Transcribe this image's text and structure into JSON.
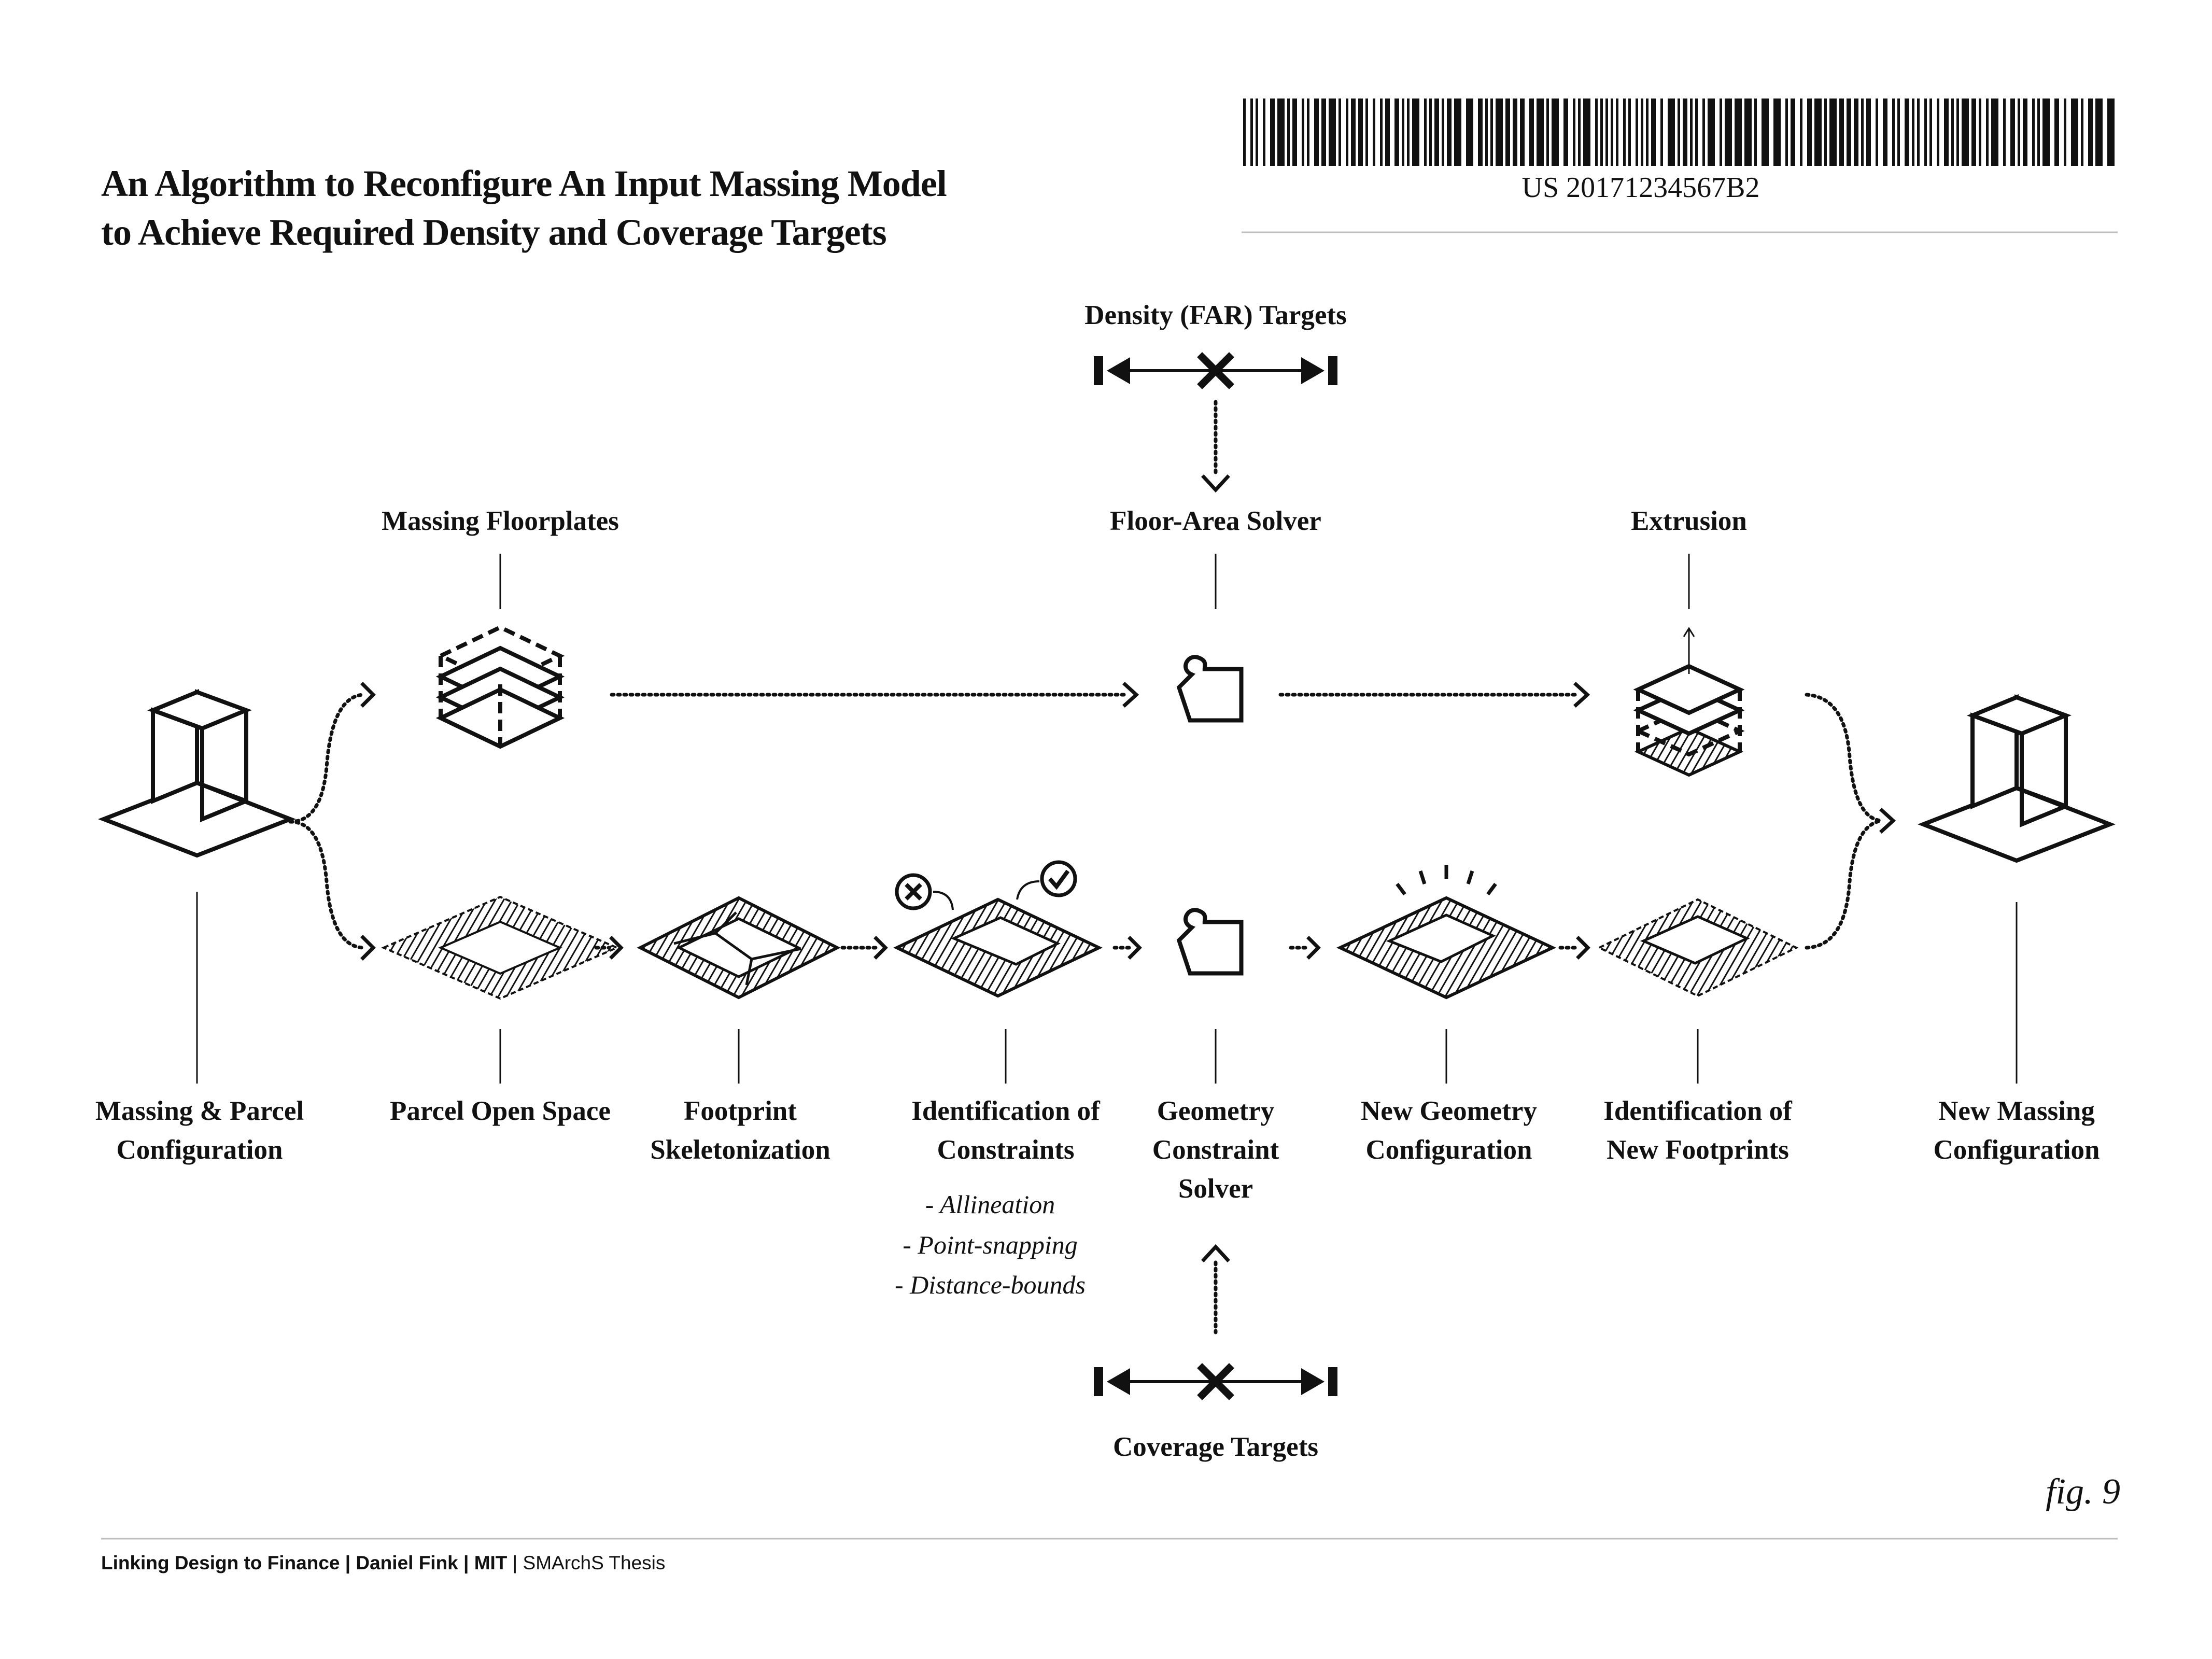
{
  "title": {
    "line1": "An Algorithm to Reconfigure An Input Massing Model",
    "line2": "to Achieve Required Density and Coverage Targets"
  },
  "patent": {
    "number": "US 20171234567B2"
  },
  "inputs": {
    "density": "Density (FAR)  Targets",
    "coverage": "Coverage Targets"
  },
  "top_row": {
    "floorplates": "Massing Floorplates",
    "solver": "Floor-Area Solver",
    "extrusion": "Extrusion"
  },
  "bottom_row": {
    "massing_l1": "Massing & Parcel",
    "massing_l2": "Configuration",
    "open_space": "Parcel Open Space",
    "skel_l1": "Footprint",
    "skel_l2": "Skeletonization",
    "ident_l1": "Identification of",
    "ident_l2": "Constraints",
    "geo_l1": "Geometry",
    "geo_l2": "Constraint",
    "geo_l3": "Solver",
    "newgeo_l1": "New Geometry",
    "newgeo_l2": "Configuration",
    "newfp_l1": "Identification of",
    "newfp_l2": "New Footprints",
    "newmass_l1": "New Massing",
    "newmass_l2": "Configuration"
  },
  "constraints": [
    "- Allineation",
    "- Point-snapping",
    "- Distance-bounds"
  ],
  "figure_label": "fig. 9",
  "footer": {
    "part1": "Linking Design to Finance | Daniel Fink | ",
    "part2": "MIT",
    "part3": " | SMArchS Thesis"
  },
  "icons": {
    "slider": "range-slider-icon",
    "puzzle": "puzzle-piece-icon",
    "cube": "isometric-cube-icon",
    "stack": "floorplate-stack-icon",
    "x_mark": "reject-icon",
    "check": "accept-icon"
  },
  "colors": {
    "ink": "#111111",
    "background": "#ffffff",
    "rule": "#bfbfbf"
  }
}
